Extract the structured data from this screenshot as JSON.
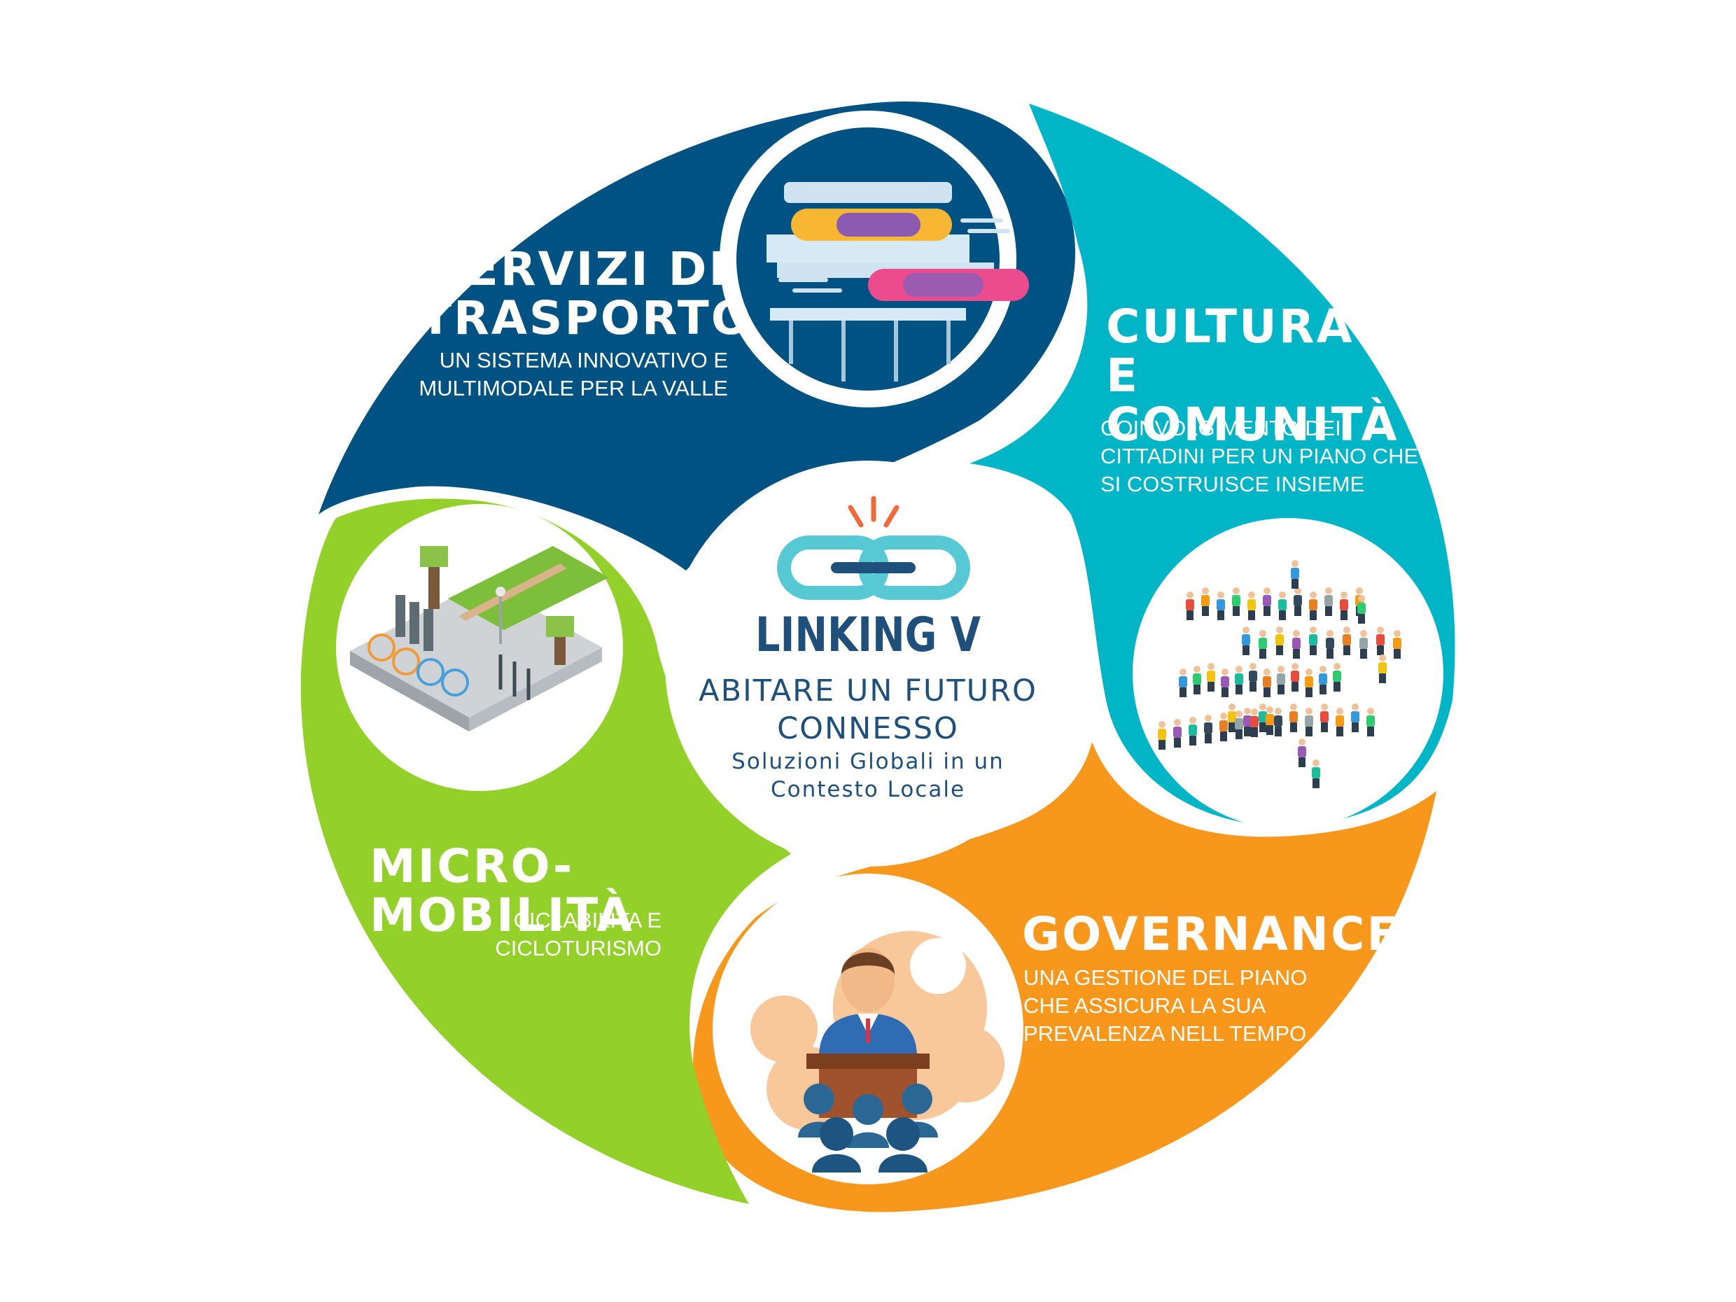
{
  "colors": {
    "blue": "#005282",
    "teal": "#00b5c5",
    "green": "#94d02a",
    "orange": "#f7971c",
    "center_text": "#1f4f7b",
    "logo_link": "#57c9d5",
    "logo_spark": "#f06a3a"
  },
  "center": {
    "logo_icon": "chain-link-icon",
    "brand": "LINKING V",
    "tagline_line1": "ABITARE UN FUTURO",
    "tagline_line2": "CONNESSO",
    "sub_line1": "Soluzioni Globali in un",
    "sub_line2": "Contesto Locale"
  },
  "sections": {
    "transport": {
      "title_line1": "SERVIZI DI",
      "title_line2": "TRASPORTO",
      "desc_line1": "UN SISTEMA INNOVATIVO  E",
      "desc_line2": "MULTIMODALE PER LA VALLE",
      "icon": "train-icon"
    },
    "culture": {
      "title_line1": "CULTURA E",
      "title_line2": "COMUNITÀ",
      "desc_line1": "COINVOLGIMENTO DEI",
      "desc_line2": "CITTADINI PER UN PIANO CHE",
      "desc_line3": "SI COSTRUISCE INSIEME",
      "icon": "crowd-icon"
    },
    "governance": {
      "title_line1": "GOVERNANCE",
      "desc_line1": "UNA GESTIONE DEL PIANO",
      "desc_line2": "CHE ASSICURA LA SUA",
      "desc_line3": "PREVALENZA NELL TEMPO",
      "icon": "speaker-podium-icon"
    },
    "micro": {
      "title_line1": "MICRO-MOBILITÀ",
      "desc_line1": "CICLABILITA E",
      "desc_line2": "CICLOTURISMO",
      "icon": "bike-station-icon"
    }
  }
}
